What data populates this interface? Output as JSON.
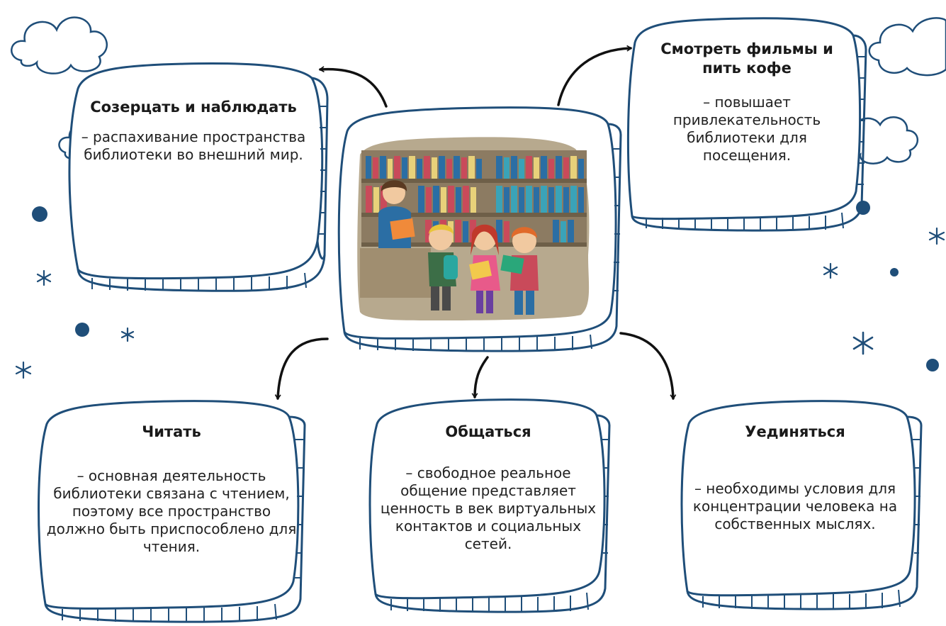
{
  "colors": {
    "frame": "#1f4e79",
    "dots": "#1f4e79",
    "arrow": "#111111"
  },
  "boxes": {
    "contemplate": {
      "title": "Созерцать и наблюдать",
      "text": "– распахивание пространства библиотеки во внешний мир."
    },
    "movies": {
      "title": "Смотреть фильмы и пить кофе",
      "text": "– повышает привлекательность библиотеки для посещения."
    },
    "read": {
      "title": "Читать",
      "text": "– основная деятельность библиотеки связана с чтением, поэтому все пространство должно быть приспособлено для чтения."
    },
    "communicate": {
      "title": "Общаться",
      "text": "– свободное реальное общение представляет ценность в век виртуальных контактов и социальных сетей."
    },
    "seclude": {
      "title": "Уединяться",
      "text": "– необходимы условия для концентрации человека на собственных мыслях."
    }
  },
  "center_image": {
    "icon": "library-children-illustration"
  },
  "decorations": {
    "icons": [
      "cloud-icon",
      "star-icon",
      "dot-icon"
    ]
  }
}
